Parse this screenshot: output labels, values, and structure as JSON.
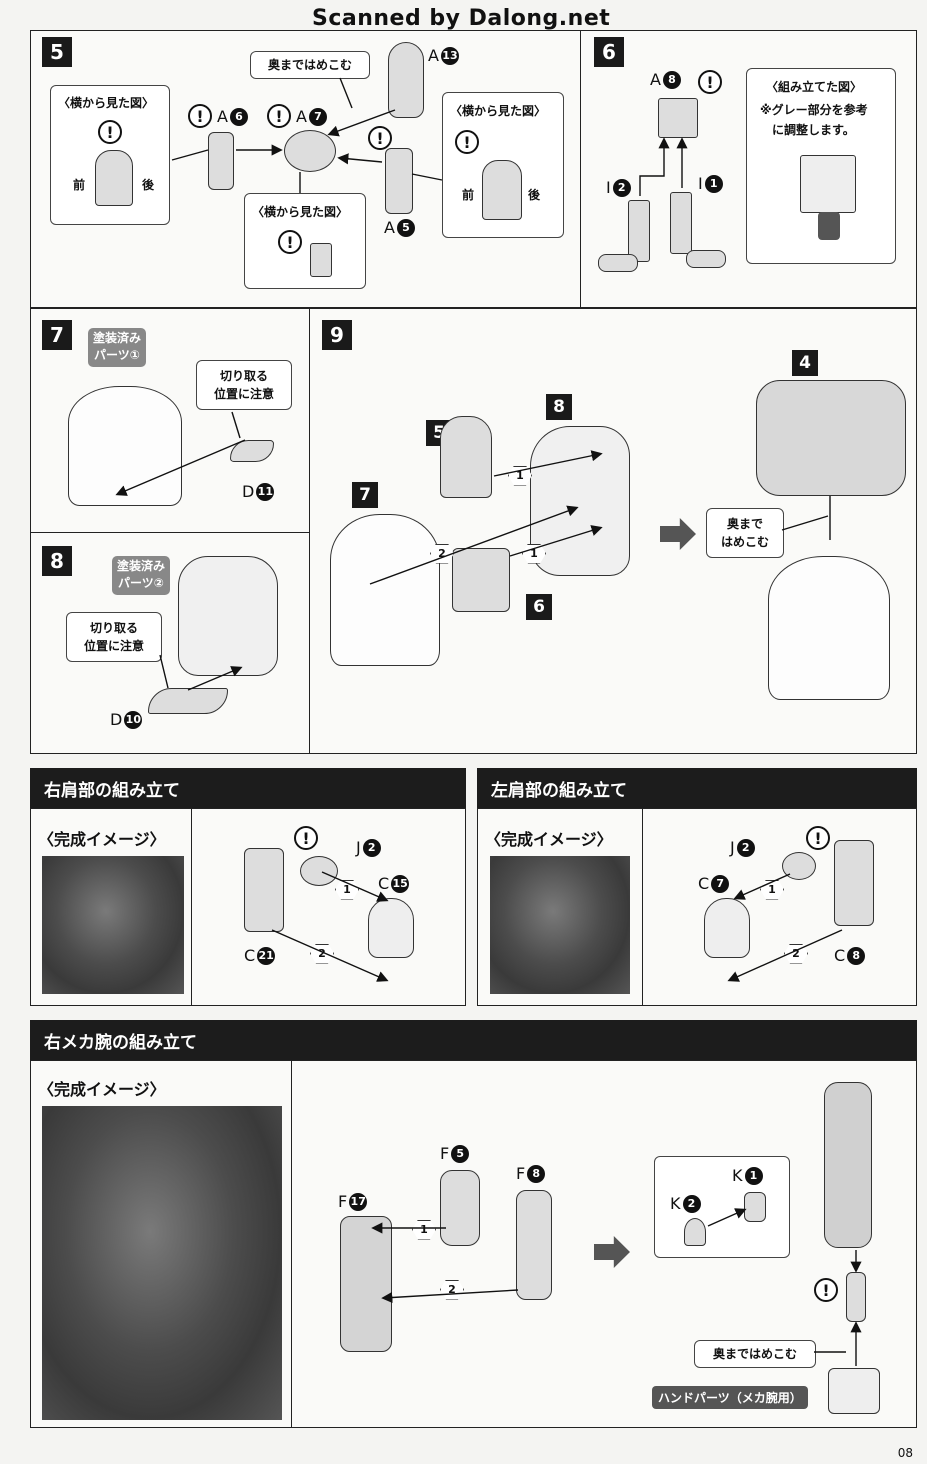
{
  "watermark": "Scanned by Dalong.net",
  "page_number": "08",
  "step5": {
    "number": "5",
    "callout_top": "奥まではめこむ",
    "side_view_left": "〈横から見た図〉",
    "side_view_right": "〈横から見た図〉",
    "side_view_bottom": "〈横から見た図〉",
    "front": "前",
    "back": "後",
    "front2": "前",
    "back2": "後",
    "parts": {
      "a6": {
        "letter": "A",
        "num": "6"
      },
      "a7": {
        "letter": "A",
        "num": "7"
      },
      "a13": {
        "letter": "A",
        "num": "13"
      },
      "a5": {
        "letter": "A",
        "num": "5"
      }
    }
  },
  "step6": {
    "number": "6",
    "assembled_title": "〈組み立てた図〉",
    "assembled_note_1": "※グレー部分を参考",
    "assembled_note_2": "に調整します。",
    "parts": {
      "a8": {
        "letter": "A",
        "num": "8"
      },
      "i2": {
        "letter": "I",
        "num": "2"
      },
      "i1": {
        "letter": "I",
        "num": "1"
      }
    }
  },
  "step7": {
    "number": "7",
    "painted_1": "塗装済み",
    "painted_2": "パーツ①",
    "cut_1": "切り取る",
    "cut_2": "位置に注意",
    "part": {
      "letter": "D",
      "num": "11"
    }
  },
  "step8": {
    "number": "8",
    "painted_1": "塗装済み",
    "painted_2": "パーツ②",
    "cut_1": "切り取る",
    "cut_2": "位置に注意",
    "part": {
      "letter": "D",
      "num": "10"
    }
  },
  "step9": {
    "number": "9",
    "sub_5": "5",
    "sub_8": "8",
    "sub_7": "7",
    "sub_6": "6",
    "sub_4": "4",
    "seq1a": "1",
    "seq1b": "1",
    "seq2": "2",
    "callout_1": "奥まで",
    "callout_2": "はめこむ"
  },
  "right_shoulder": {
    "header": "右肩部の組み立て",
    "image_title": "〈完成イメージ〉",
    "parts": {
      "j2": {
        "letter": "J",
        "num": "2"
      },
      "c15": {
        "letter": "C",
        "num": "15"
      },
      "c21": {
        "letter": "C",
        "num": "21"
      }
    },
    "seq1": "1",
    "seq2": "2"
  },
  "left_shoulder": {
    "header": "左肩部の組み立て",
    "image_title": "〈完成イメージ〉",
    "parts": {
      "j2": {
        "letter": "J",
        "num": "2"
      },
      "c7": {
        "letter": "C",
        "num": "7"
      },
      "c8": {
        "letter": "C",
        "num": "8"
      }
    },
    "seq1": "1",
    "seq2": "2"
  },
  "right_mecha_arm": {
    "header": "右メカ腕の組み立て",
    "image_title": "〈完成イメージ〉",
    "parts": {
      "f5": {
        "letter": "F",
        "num": "5"
      },
      "f8": {
        "letter": "F",
        "num": "8"
      },
      "f17": {
        "letter": "F",
        "num": "17"
      },
      "k2": {
        "letter": "K",
        "num": "2"
      },
      "k1": {
        "letter": "K",
        "num": "1"
      }
    },
    "seq1": "1",
    "seq2": "2",
    "callout": "奥まではめこむ",
    "hand_label": "ハンドパーツ（メカ腕用）"
  }
}
